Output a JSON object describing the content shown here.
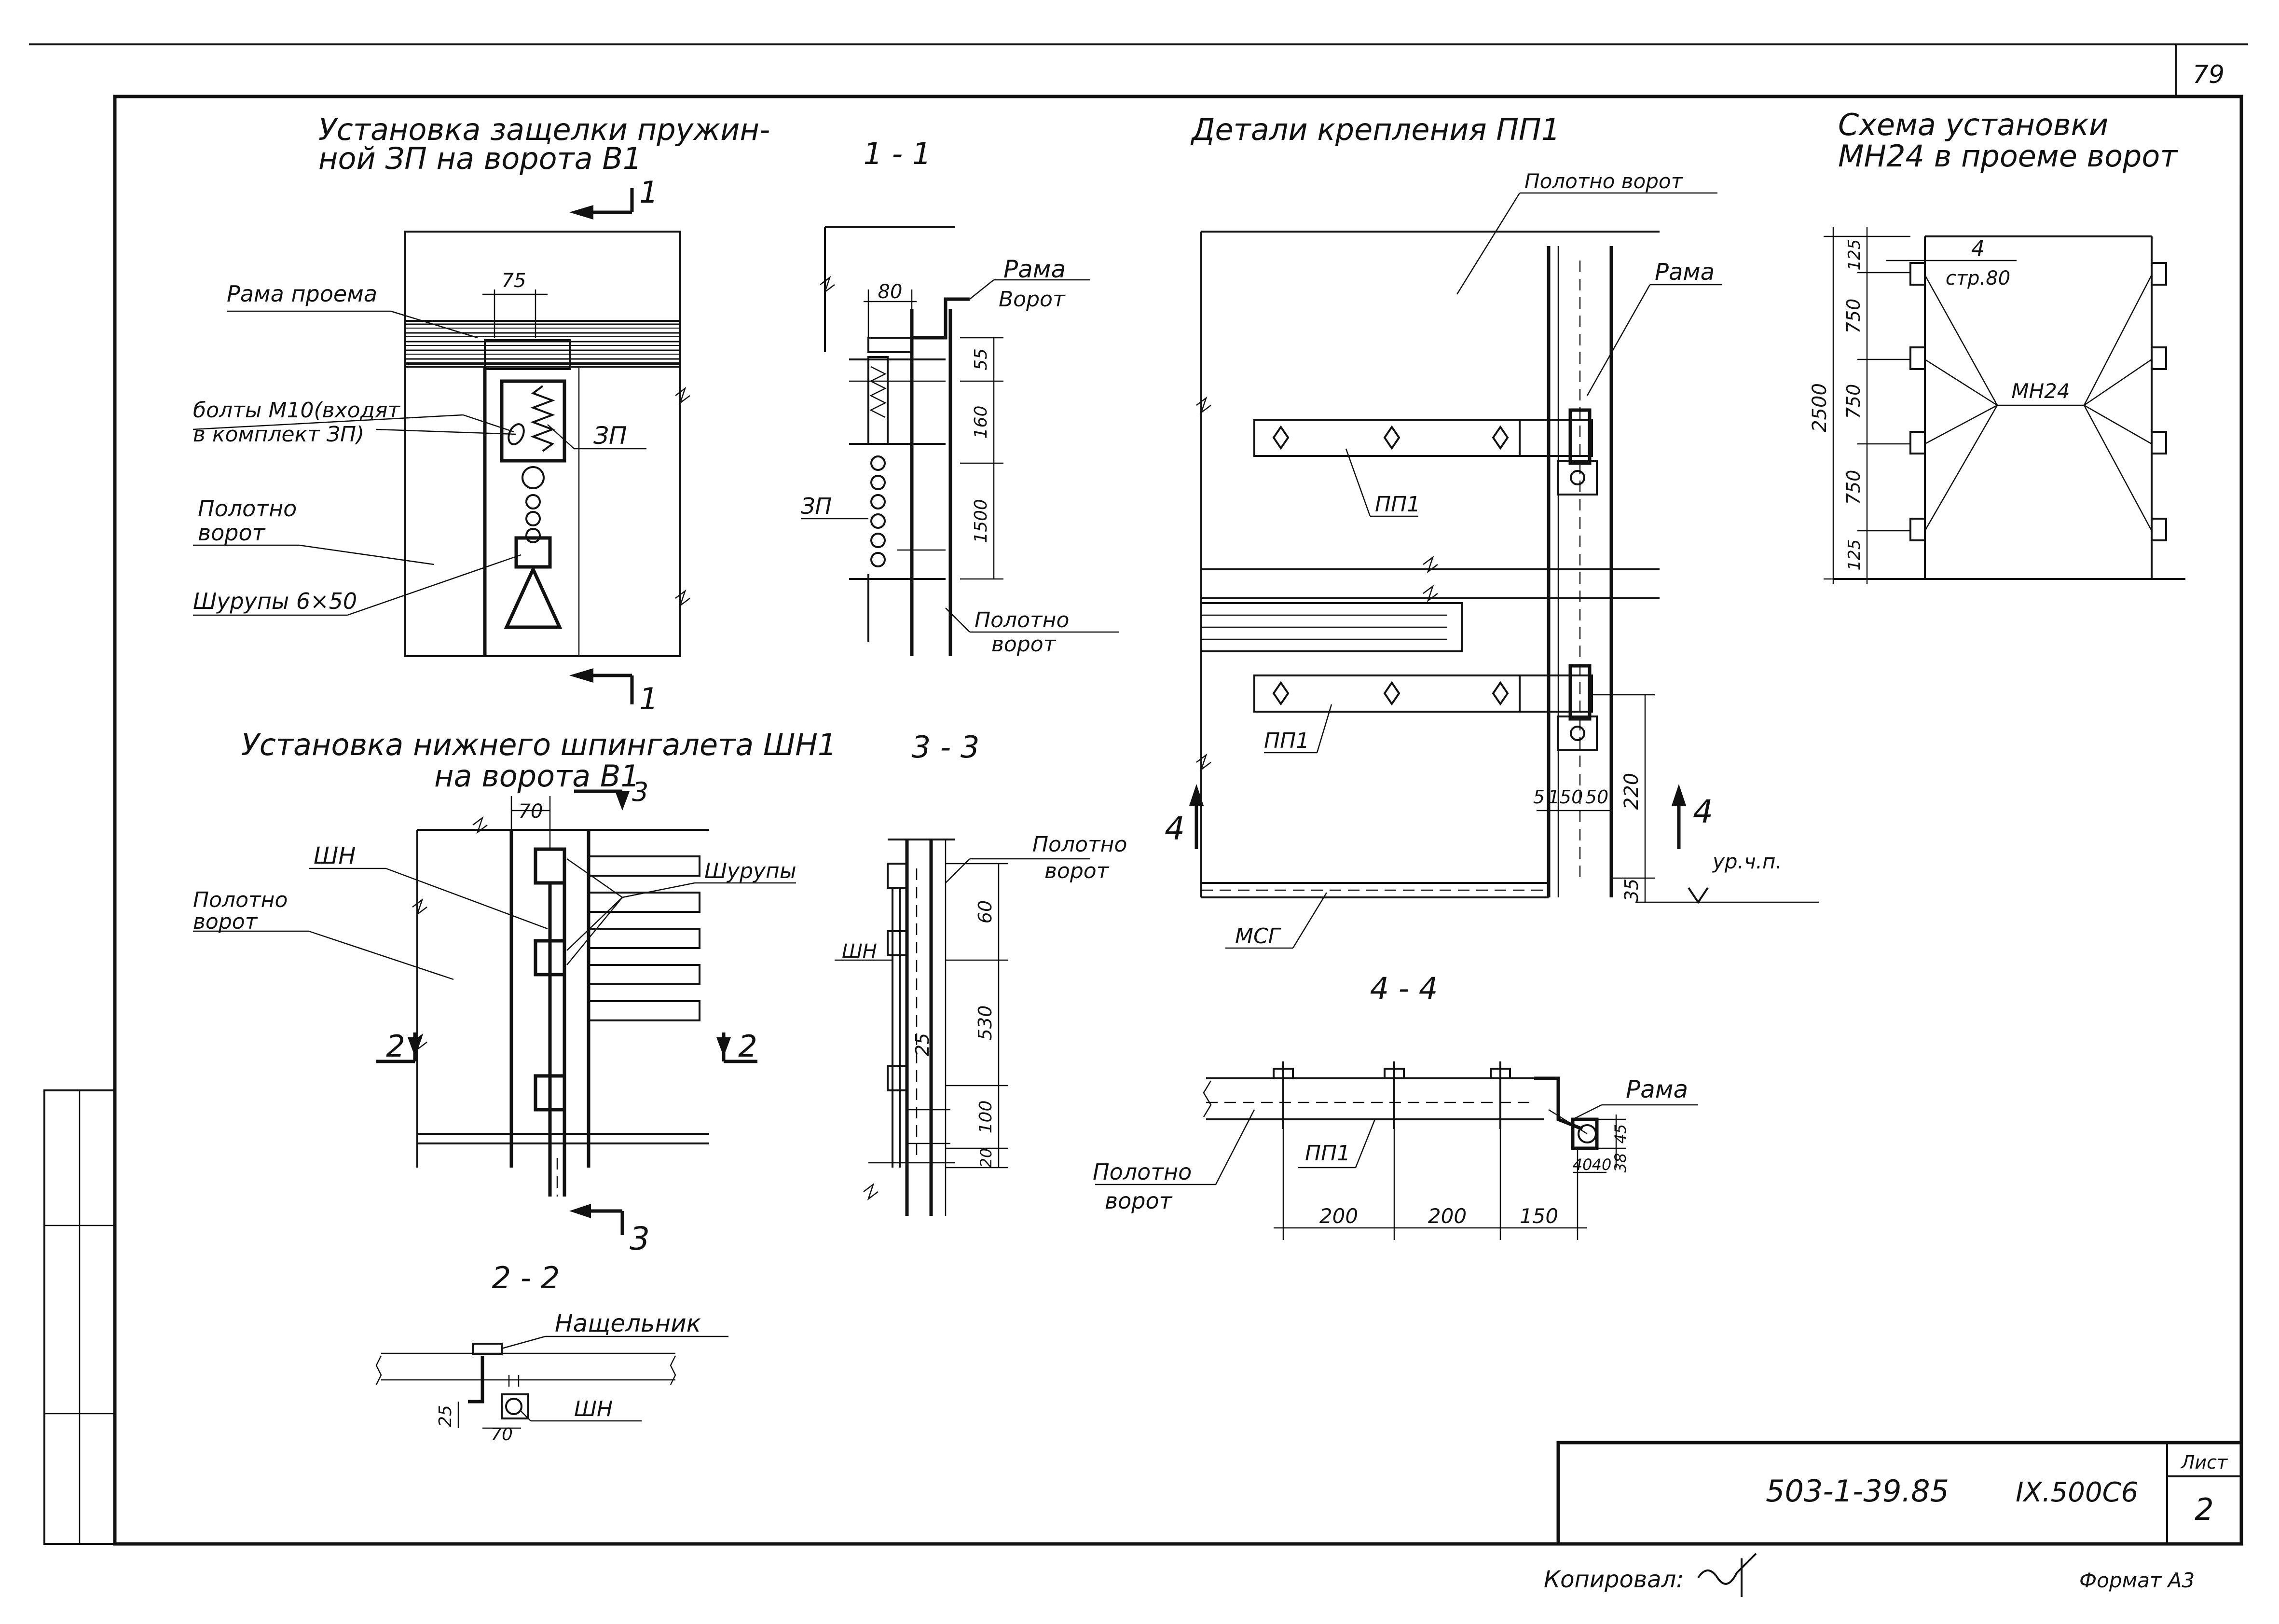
{
  "sheet": {
    "page_number": "79",
    "stamp_code": "503-1-39.85",
    "stamp_series": "IX.500C6",
    "stamp_sheet_label": "Лист",
    "stamp_sheet_number": "2",
    "copied_by_label": "Копировал:",
    "format_label": "Формат А3"
  },
  "view_latch": {
    "title_line1": "Установка защелки пружин-",
    "title_line2": "ной ЗП на ворота В1",
    "section_mark": "1",
    "dim_75": "75",
    "label_frame": "Рама проема",
    "label_bolts_line1": "болты М10(входят",
    "label_bolts_line2": "в комплект ЗП)",
    "label_zp": "ЗП",
    "label_leaf_line1": "Полотно",
    "label_leaf_line2": "ворот",
    "label_screws": "Шурупы 6×50"
  },
  "section_1_1": {
    "title": "1 - 1",
    "dim_80": "80",
    "label_frame_line1": "Рама",
    "label_frame_line2": "Ворот",
    "dim_55": "55",
    "dim_160": "160",
    "dim_1500": "1500",
    "label_zp": "ЗП",
    "label_leaf_line1": "Полотно",
    "label_leaf_line2": "ворот"
  },
  "view_fastening": {
    "title": "Детали крепления   ПП1",
    "label_leaf": "Полотно ворот",
    "label_frame": "Рама",
    "label_pp1_upper": "ПП1",
    "label_pp1_lower": "ПП1",
    "dim_5": "5",
    "dim_150": "150",
    "dim_50": "50",
    "dim_220": "220",
    "dim_35": "35",
    "section_mark": "4",
    "label_floor": "ур.ч.п.",
    "label_msg": "МСГ"
  },
  "view_scheme": {
    "title_line1": "Схема установки",
    "title_line2": "МН24 в проеме ворот",
    "dim_total": "2500",
    "dim_125_top": "125",
    "dim_750_1": "750",
    "dim_750_2": "750",
    "dim_750_3": "750",
    "dim_125_bottom": "125",
    "label_count": "4",
    "label_page_ref": "стр.80",
    "label_mn24": "МН24"
  },
  "view_bolt": {
    "title_line1": "Установка нижнего шпингалета ШН1",
    "title_line2": "на ворота В1",
    "section_mark_3": "3",
    "section_mark_2": "2",
    "dim_70": "70",
    "label_shn": "ШН",
    "label_leaf_line1": "Полотно",
    "label_leaf_line2": "ворот",
    "label_screws": "Шурупы"
  },
  "section_3_3": {
    "title": "3 - 3",
    "label_leaf_line1": "Полотно",
    "label_leaf_line2": "ворот",
    "label_shn": "ШН",
    "dim_60": "60",
    "dim_530": "530",
    "dim_25": "25",
    "dim_100": "100",
    "dim_20": "20"
  },
  "section_2_2": {
    "title": "2 - 2",
    "label_strip": "Нащельник",
    "label_shn": "ШН",
    "dim_25": "25",
    "dim_70": "70"
  },
  "section_4_4": {
    "title": "4 - 4",
    "label_frame": "Рама",
    "label_pp1": "ПП1",
    "label_leaf_line1": "Полотно",
    "label_leaf_line2": "ворот",
    "dim_200_1": "200",
    "dim_200_2": "200",
    "dim_150": "150",
    "dim_40a": "40",
    "dim_40b": "40",
    "dim_45": "45",
    "dim_38": "38"
  }
}
